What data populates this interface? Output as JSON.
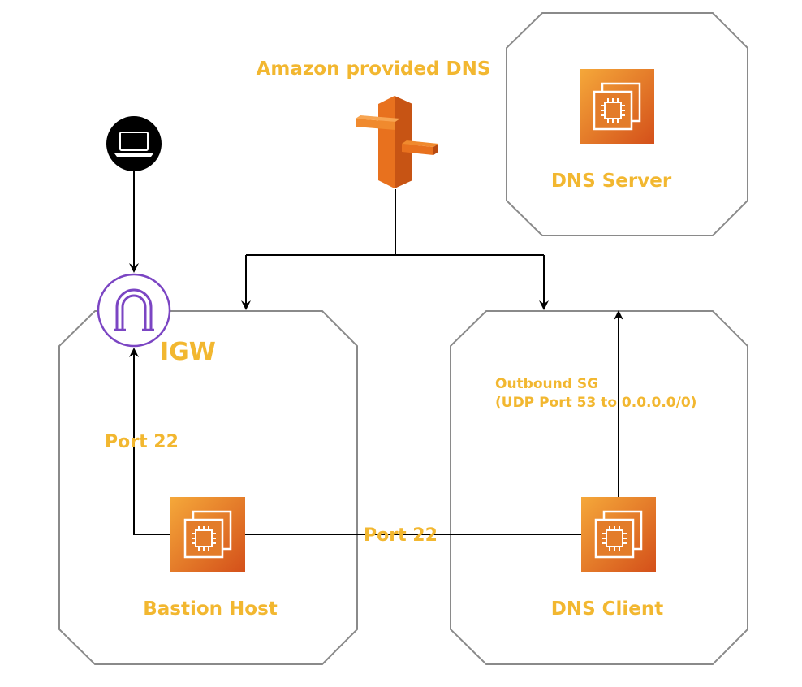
{
  "labels": {
    "amazon_dns": "Amazon provided DNS",
    "dns_server": "DNS Server",
    "igw": "IGW",
    "port22_vertical": "Port 22",
    "port22_horizontal": "Port 22",
    "outbound_line1": "Outbound SG",
    "outbound_line2": "(UDP Port 53 to 0.0.0.0/0)",
    "bastion_host": "Bastion Host",
    "dns_client": "DNS Client"
  },
  "icons": {
    "laptop": "laptop-icon",
    "igw": "internet-gateway-icon",
    "route53": "route53-signpost-icon",
    "ec2": "ec2-instance-icon"
  },
  "colors": {
    "label": "#F2B730",
    "igw": "#7B45C3",
    "ec2_top": "#F4A53A",
    "ec2_bottom": "#D6561B",
    "route53": "#E8711E",
    "box_border": "#8a8a8a"
  }
}
